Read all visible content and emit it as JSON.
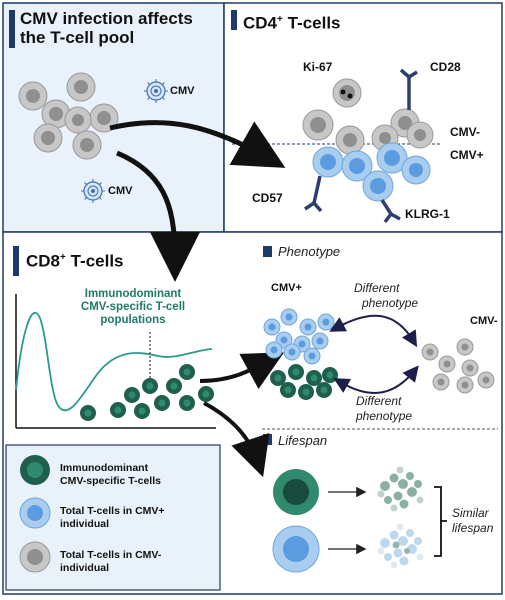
{
  "panel_top_left": {
    "title_line1": "CMV infection affects",
    "title_line2": "the T-cell pool",
    "virus_label_1": "CMV",
    "virus_label_2": "CMV"
  },
  "panel_cd4": {
    "title_main": "CD4",
    "title_sup": "+",
    "title_rest": " T-cells",
    "marker_ki67": "Ki-67",
    "marker_cd28": "CD28",
    "marker_cd57": "CD57",
    "marker_klrg1": "KLRG-1",
    "cmv_neg": "CMV-",
    "cmv_pos": "CMV+"
  },
  "panel_cd8": {
    "title_main": "CD8",
    "title_sup": "+",
    "title_rest": " T-cells",
    "curve_label_1": "Immunodominant",
    "curve_label_2": "CMV-specific T-cell",
    "curve_label_3": "populations"
  },
  "phenotype": {
    "heading": "Phenotype",
    "cmv_pos": "CMV+",
    "cmv_neg": "CMV-",
    "diff_top_1": "Different",
    "diff_top_2": "phenotype",
    "diff_bottom_1": "Different",
    "diff_bottom_2": "phenotype"
  },
  "lifespan": {
    "heading": "Lifespan",
    "similar_1": "Similar",
    "similar_2": "lifespan"
  },
  "legend": [
    {
      "line1": "Immunodominant",
      "line2": "CMV-specific T-cells"
    },
    {
      "line1": "Total T-cells in CMV+",
      "line2": "individual"
    },
    {
      "line1": "Total T-cells in CMV-",
      "line2": "individual"
    }
  ],
  "colors": {
    "dark_green": "#1f5f4d",
    "light_blue": "#a8cdee",
    "mid_blue": "#5b9be0",
    "grey": "#c7c7c7",
    "dark_grey": "#8f8f8f",
    "navy": "#1e3a6a",
    "teal": "#2a9b8a",
    "panel_bg": "#e9f1fa"
  }
}
